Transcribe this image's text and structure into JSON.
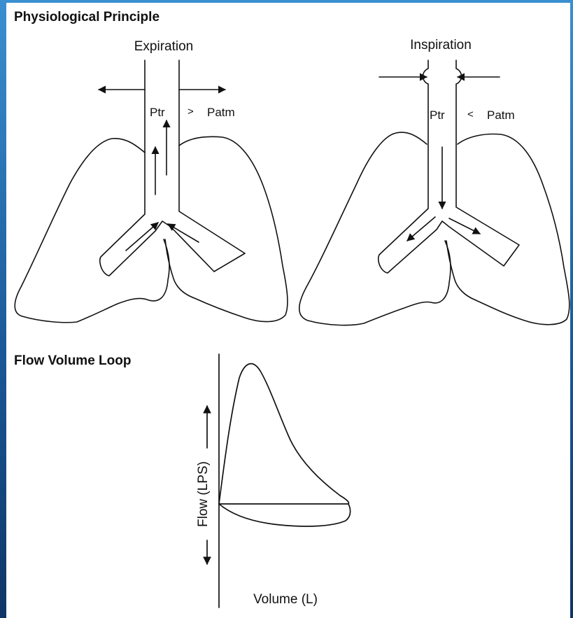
{
  "sections": {
    "physiological_principle": "Physiological Principle",
    "flow_volume_loop": "Flow Volume Loop"
  },
  "expiration": {
    "title": "Expiration",
    "ptr": "Ptr",
    "comparator": ">",
    "patm": "Patm"
  },
  "inspiration": {
    "title": "Inspiration",
    "ptr": "Ptr",
    "comparator": "<",
    "patm": "Patm"
  },
  "loop": {
    "y_label": "Flow (LPS)",
    "x_label": "Volume (L)"
  },
  "colors": {
    "background_top": "#3a8fd0",
    "background_bottom": "#0f3566",
    "panel": "#ffffff",
    "line": "#111111"
  }
}
